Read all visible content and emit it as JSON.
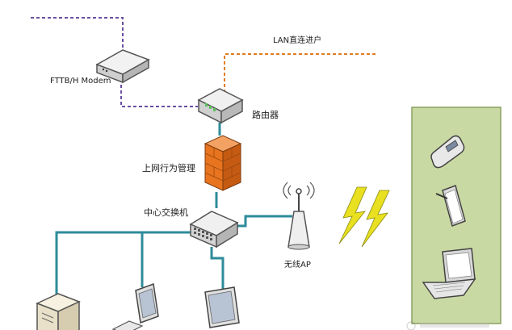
{
  "labels": {
    "modem": "FTTB/H Modem",
    "lan": "LAN直连进户",
    "router": "路由器",
    "behavior_mgmt": "上网行为管理",
    "core_switch": "中心交换机",
    "wireless_ap": "无线AP"
  },
  "colors": {
    "cable_teal": "#2e8b9a",
    "modem_link_purple": "#6a4fa3",
    "lan_link_orange": "#e07b1f",
    "firewall_orange": "#e8741f",
    "wifi_panel_green": "#c9d9a3",
    "lightning_yellow": "#e8e020"
  },
  "icons": [
    "modem-icon",
    "router-icon",
    "firewall-icon",
    "switch-icon",
    "antenna-icon",
    "lightning-icon",
    "server-icon",
    "monitor-icon",
    "phone-icon",
    "tablet-icon",
    "laptop-icon"
  ]
}
